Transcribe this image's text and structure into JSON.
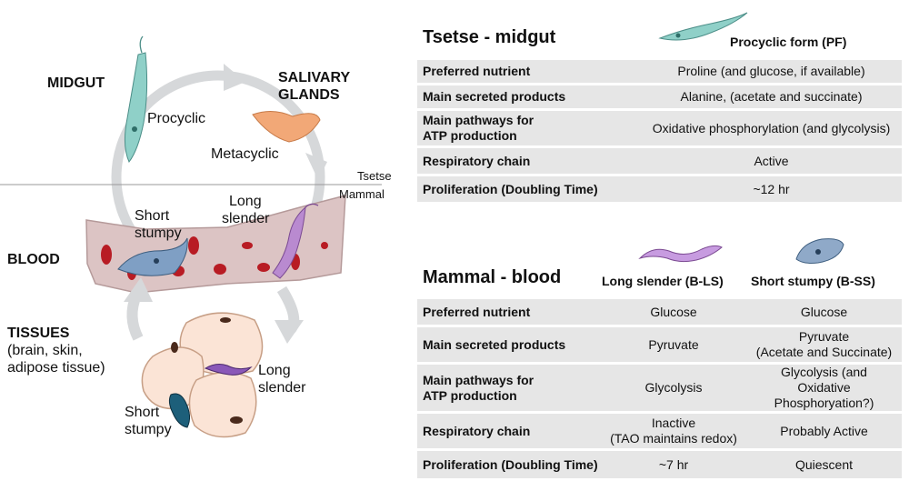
{
  "diagram": {
    "midgut": "MIDGUT",
    "salivary_glands": [
      "SALIVARY",
      "GLANDS"
    ],
    "procyclic": "Procyclic",
    "metacyclic": "Metacyclic",
    "tsetse": "Tsetse",
    "mammal": "Mammal",
    "short_stumpy_blood": [
      "Short",
      "stumpy"
    ],
    "long_slender_blood": [
      "Long",
      "slender"
    ],
    "blood": "BLOOD",
    "tissues_title": "TISSUES",
    "tissues_detail": [
      "(brain, skin,",
      "adipose tissue)"
    ],
    "long_slender_tissue": [
      "Long",
      "slender"
    ],
    "short_stumpy_tissue": [
      "Short",
      "stumpy"
    ]
  },
  "tsetse": {
    "title": "Tsetse - midgut",
    "form_label": "Procyclic form (PF)",
    "rows": [
      {
        "label": [
          "Preferred nutrient"
        ],
        "value": [
          "Proline (and glucose, if available)"
        ]
      },
      {
        "label": [
          "Main secreted products"
        ],
        "value": [
          "Alanine, (acetate and succinate)"
        ]
      },
      {
        "label": [
          "Main pathways for",
          "ATP production"
        ],
        "value": [
          "Oxidative phosphorylation (and glycolysis)"
        ]
      },
      {
        "label": [
          "Respiratory chain"
        ],
        "value": [
          "Active"
        ]
      },
      {
        "label": [
          "Proliferation (Doubling Time)"
        ],
        "value": [
          "~12 hr"
        ]
      }
    ]
  },
  "mammal": {
    "title": "Mammal - blood",
    "col1": "Long slender (B-LS)",
    "col2": "Short stumpy (B-SS)",
    "rows": [
      {
        "label": [
          "Preferred nutrient"
        ],
        "ls": [
          "Glucose"
        ],
        "ss": [
          "Glucose"
        ]
      },
      {
        "label": [
          "Main secreted products"
        ],
        "ls": [
          "Pyruvate"
        ],
        "ss": [
          "Pyruvate",
          "(Acetate and Succinate)"
        ]
      },
      {
        "label": [
          "Main pathways for",
          "ATP production"
        ],
        "ls": [
          "Glycolysis"
        ],
        "ss": [
          "Glycolysis (and",
          "Oxidative Phosphoryation?)"
        ]
      },
      {
        "label": [
          "Respiratory chain"
        ],
        "ls": [
          "Inactive",
          "(TAO maintains redox)"
        ],
        "ss": [
          "Probably Active"
        ]
      },
      {
        "label": [
          "Proliferation (Doubling Time)"
        ],
        "ls": [
          "~7 hr"
        ],
        "ss": [
          "Quiescent"
        ]
      }
    ]
  },
  "colors": {
    "procyclic": "#8fd0c8",
    "metacyclic": "#f2a877",
    "long_slender": "#b98ad0",
    "short_stumpy": "#7f9fc4",
    "blood_vessel": "#dcc4c4",
    "rbc": "#b81c24",
    "cycle_arrow": "#d6d8da",
    "table_bg": "#e6e6e6"
  }
}
